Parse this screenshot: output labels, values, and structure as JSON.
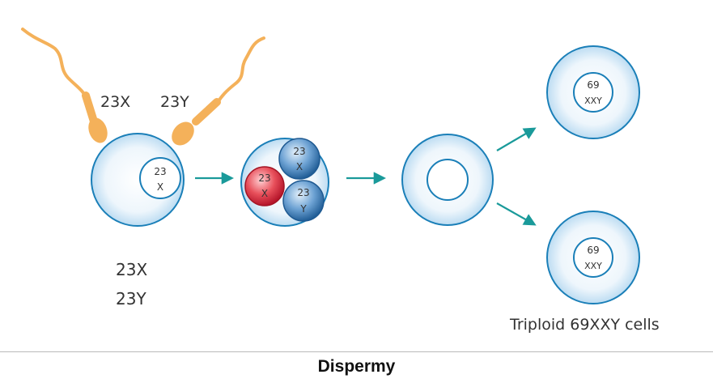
{
  "diagram": {
    "sperm_labels": {
      "left": "23X",
      "right": "23Y"
    },
    "egg_nucleus": {
      "number": "23",
      "chromosome": "X"
    },
    "pronuclei": [
      {
        "number": "23",
        "chromosome": "X"
      },
      {
        "number": "23",
        "chromosome": "X"
      },
      {
        "number": "23",
        "chromosome": "Y"
      }
    ],
    "karyotype_list": [
      "23X",
      "23Y"
    ],
    "daughter_cells": [
      {
        "number": "69",
        "chromosomes": "XXY"
      },
      {
        "number": "69",
        "chromosomes": "XXY"
      }
    ],
    "result_label": "Triploid 69XXY cells",
    "caption": "Dispermy"
  },
  "colors": {
    "cell_fill": "#e3f0fb",
    "cell_stroke": "#1a7fb8",
    "sperm": "#f4b15a",
    "arrow": "#1a9a9a",
    "maternal_pronucleus": "#e0303d",
    "paternal_pronucleus": "#2f6fae"
  }
}
